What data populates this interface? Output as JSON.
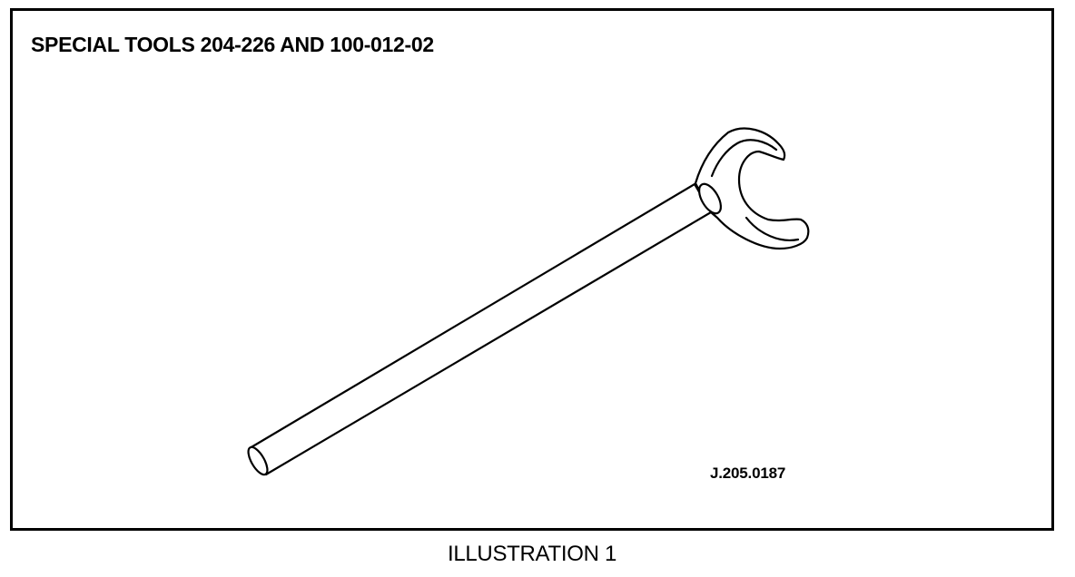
{
  "figure": {
    "title": "SPECIAL TOOLS 204-226 AND 100-012-02",
    "reference": "J.205.0187",
    "caption": "ILLUSTRATION 1"
  },
  "tool": {
    "icon": "open-end-spanner-icon",
    "line_color": "#000000",
    "fill_color": "#ffffff"
  }
}
